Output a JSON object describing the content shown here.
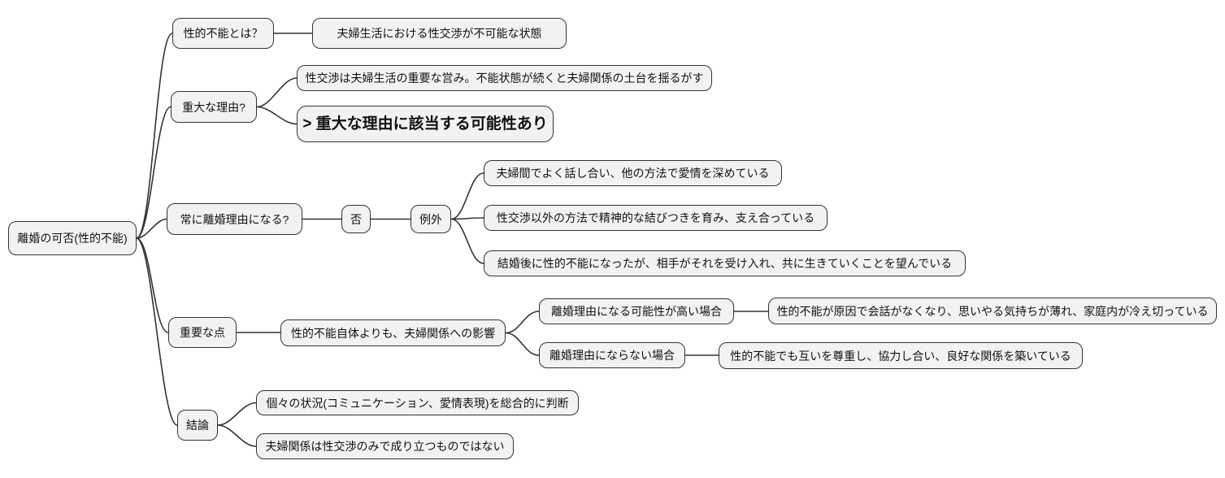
{
  "colors": {
    "background": "#ffffff",
    "node_fill": "#f2f2f2",
    "node_border": "#333333",
    "edge": "#333333",
    "text": "#111111"
  },
  "mindmap": {
    "root": {
      "label": "離婚の可否(性的不能)",
      "children": [
        {
          "label": "性的不能とは？",
          "children": [
            {
              "label": "夫婦生活における性交渉が不可能な状態"
            }
          ]
        },
        {
          "label": "重大な理由?",
          "children": [
            {
              "label": "性交渉は夫婦生活の重要な営み。不能状態が続くと夫婦関係の土台を揺るがす"
            },
            {
              "label": "> 重大な理由に該当する可能性あり",
              "emphasis": true
            }
          ]
        },
        {
          "label": "常に離婚理由になる?",
          "children": [
            {
              "label": "否",
              "children": [
                {
                  "label": "例外",
                  "children": [
                    {
                      "label": "夫婦間でよく話し合い、他の方法で愛情を深めている"
                    },
                    {
                      "label": "性交渉以外の方法で精神的な結びつきを育み、支え合っている"
                    },
                    {
                      "label": "結婚後に性的不能になったが、相手がそれを受け入れ、共に生きていくことを望んでいる"
                    }
                  ]
                }
              ]
            }
          ]
        },
        {
          "label": "重要な点",
          "children": [
            {
              "label": "性的不能自体よりも、夫婦関係への影響",
              "children": [
                {
                  "label": "離婚理由になる可能性が高い場合",
                  "children": [
                    {
                      "label": "性的不能が原因で会話がなくなり、思いやる気持ちが薄れ、家庭内が冷え切っている"
                    }
                  ]
                },
                {
                  "label": "離婚理由にならない場合",
                  "children": [
                    {
                      "label": "性的不能でも互いを尊重し、協力し合い、良好な関係を築いている"
                    }
                  ]
                }
              ]
            }
          ]
        },
        {
          "label": "結論",
          "children": [
            {
              "label": "個々の状況(コミュニケーション、愛情表現)を総合的に判断"
            },
            {
              "label": "夫婦関係は性交渉のみで成り立つものではない"
            }
          ]
        }
      ]
    }
  }
}
